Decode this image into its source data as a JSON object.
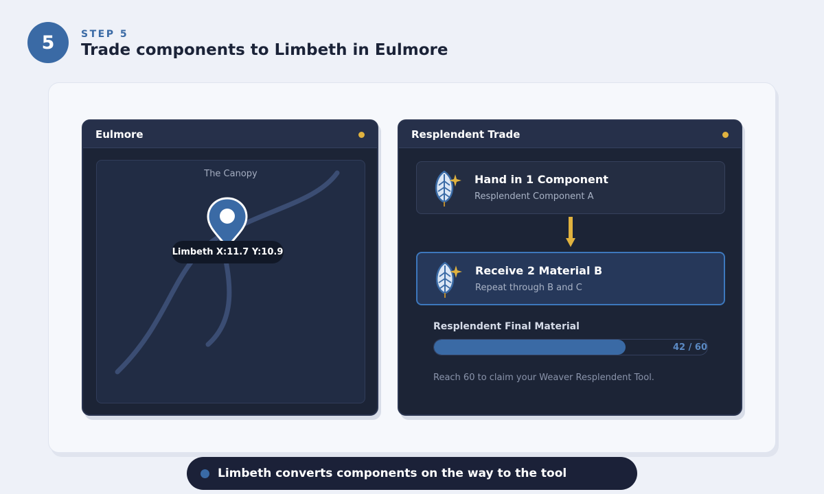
{
  "step": {
    "number": "5",
    "label": "STEP 5",
    "title": "Trade components to Limbeth in Eulmore"
  },
  "map_panel": {
    "title": "Eulmore",
    "area_label": "The Canopy",
    "marker_label": "Limbeth X:11.7 Y:10.9"
  },
  "trade_panel": {
    "title": "Resplendent Trade",
    "hand_in": {
      "title": "Hand in 1 Component",
      "subtitle": "Resplendent Component A"
    },
    "receive": {
      "title": "Receive 2 Material B",
      "subtitle": "Repeat through B and C"
    },
    "progress": {
      "label": "Resplendent Final Material",
      "current": 42,
      "max": 60,
      "count_text": "42 / 60",
      "note": "Reach 60 to claim your Weaver Resplendent Tool."
    }
  },
  "footer_caption": "Limbeth converts components on the way to the tool",
  "icons": {
    "hand_in": "leaf-sparkle-icon",
    "receive": "leaf-sparkle-icon",
    "marker": "map-pin-icon",
    "arrow": "arrow-down-icon"
  },
  "colors": {
    "accent": "#3a6aa5",
    "gold": "#e0b23f",
    "panel": "#1c2436",
    "background": "#eef1f8"
  }
}
